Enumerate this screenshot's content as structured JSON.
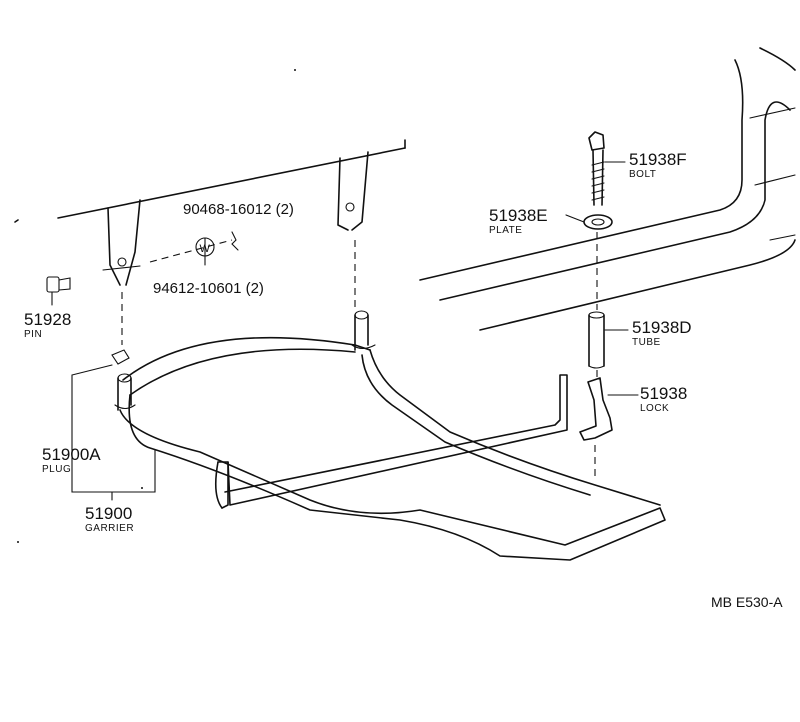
{
  "parts": [
    {
      "number": "90468-16012 (2)",
      "name": ""
    },
    {
      "number": "94612-10601 (2)",
      "name": ""
    },
    {
      "number": "51928",
      "name": "PIN"
    },
    {
      "number": "51900A",
      "name": "PLUG"
    },
    {
      "number": "51900",
      "name": "GARRIER"
    },
    {
      "number": "51938F",
      "name": "BOLT"
    },
    {
      "number": "51938E",
      "name": "PLATE"
    },
    {
      "number": "51938D",
      "name": "TUBE"
    },
    {
      "number": "51938",
      "name": "LOCK"
    }
  ],
  "washer_mark": "W",
  "reference_code": "MB E530-A"
}
